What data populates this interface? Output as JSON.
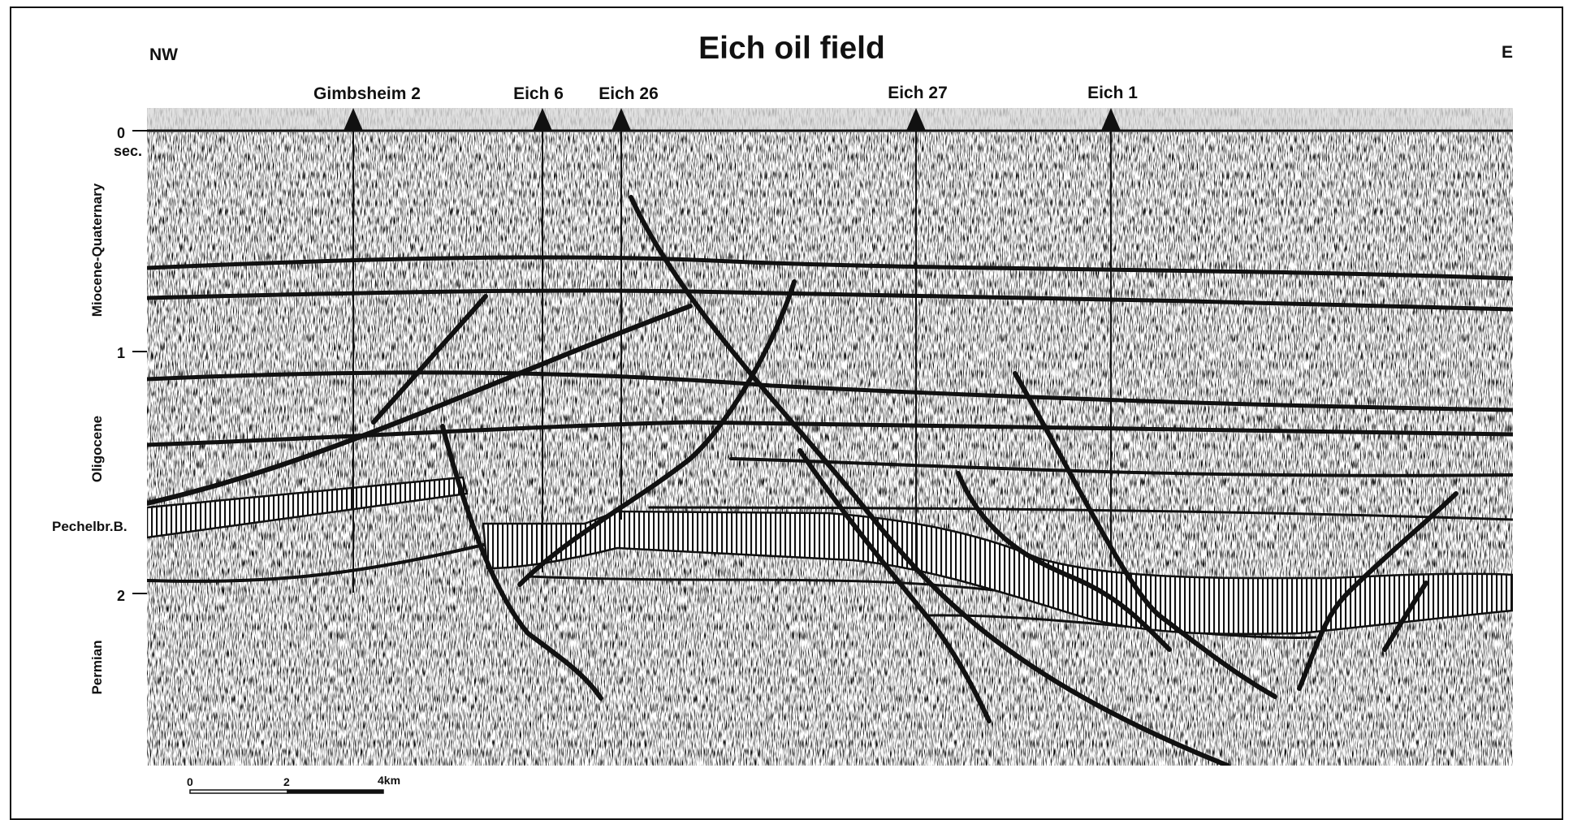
{
  "title": "Eich oil field",
  "direction": {
    "left": "NW",
    "right": "E"
  },
  "wells": [
    {
      "name": "Gimbsheim 2"
    },
    {
      "name": "Eich 6"
    },
    {
      "name": "Eich 26"
    },
    {
      "name": "Eich 27"
    },
    {
      "name": "Eich 1"
    }
  ],
  "time_axis": {
    "unit": "sec.",
    "ticks": [
      "0",
      "1",
      "2"
    ]
  },
  "stratigraphy": {
    "miocene": "Miocene-Quaternary",
    "oligocene": "Oligocene",
    "pechelbronn": "Pechelbr.B.",
    "permian": "Permian"
  },
  "scale_bar": {
    "labels": [
      "0",
      "2",
      "4km"
    ]
  },
  "colors": {
    "ink": "#111111",
    "paper": "#ffffff",
    "section_tone": "#cfcfcf"
  }
}
